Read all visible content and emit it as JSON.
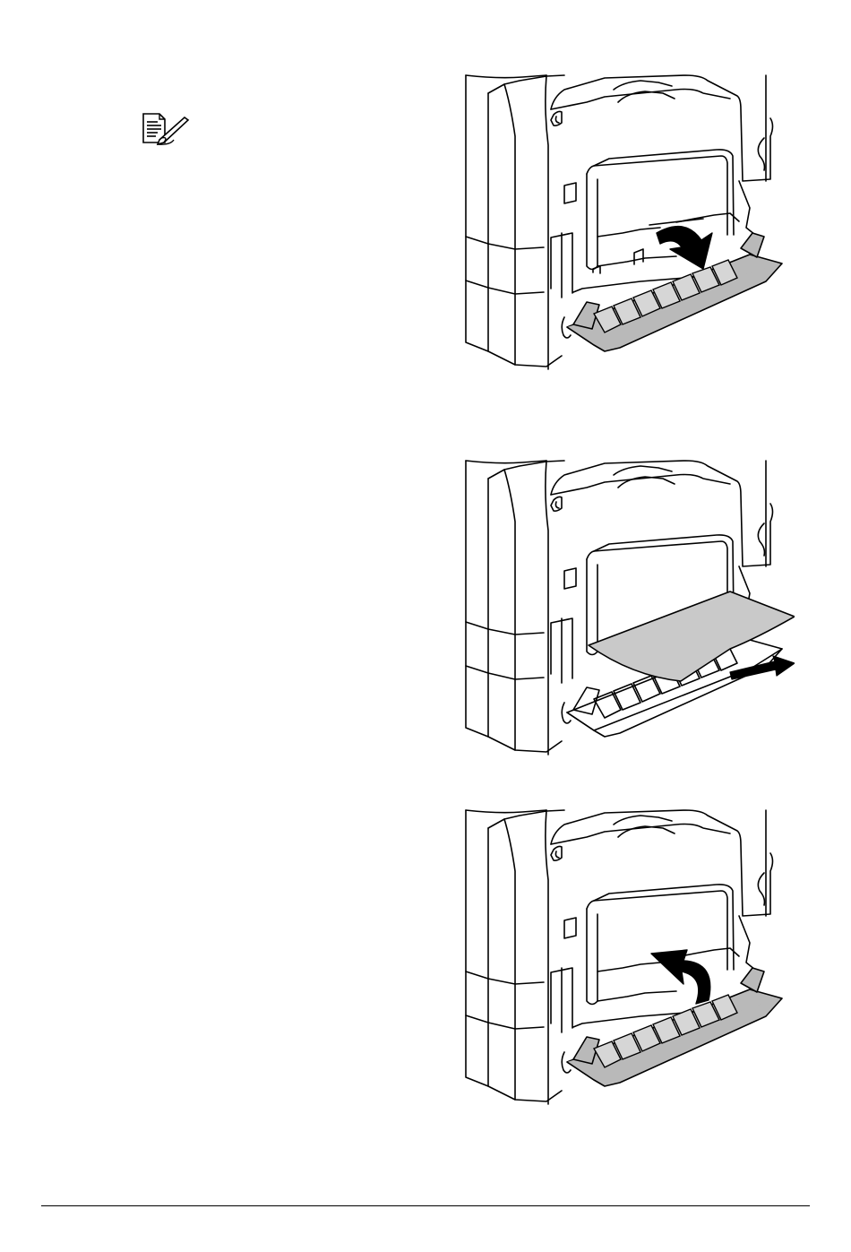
{
  "icons": {
    "note": "note-pencil-icon",
    "arrow_open": "curved-arrow-down-icon",
    "arrow_pull": "straight-arrow-right-icon",
    "arrow_close": "curved-arrow-up-icon"
  },
  "colors": {
    "ink": "#000000",
    "cover_gray": "#b9b9b9",
    "paper_gray": "#c9c9c9",
    "background": "#ffffff"
  },
  "figures": [
    {
      "step": "open-cover",
      "cover_state": "open-gray",
      "arrow": "curved-down"
    },
    {
      "step": "remove-paper",
      "cover_state": "open-white",
      "arrow": "straight-right"
    },
    {
      "step": "close-cover",
      "cover_state": "open-gray",
      "arrow": "curved-up"
    }
  ]
}
